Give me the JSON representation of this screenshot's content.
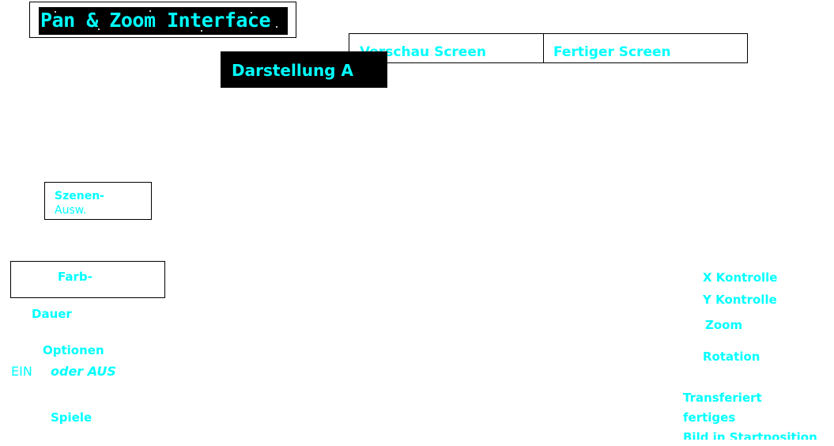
{
  "title": "Pan & Zoom Interface",
  "screens": {
    "preview_label": "Vorschau Screen",
    "final_label": "Fertiger Screen"
  },
  "view_label": "Darstellung A",
  "left_panel": {
    "scene_select_line1": "Szenen-",
    "scene_select_line2": "Ausw.",
    "color_label": "Farb-",
    "duration_label": "Dauer",
    "options_label": "Optionen",
    "on_label": "EIN",
    "or_off_label": "oder AUS",
    "play_label": "Spiele"
  },
  "right_panel": {
    "x_control": "X Kontrolle",
    "y_control": "Y Kontrolle",
    "zoom": "Zoom",
    "rotation": "Rotation",
    "transfer_line1": "Transferiert",
    "transfer_line2": "fertiges",
    "transfer_line3": "Bild in Startposition"
  },
  "colors": {
    "text": "#00ffff",
    "label_bg": "#000000",
    "border": "#000000"
  }
}
